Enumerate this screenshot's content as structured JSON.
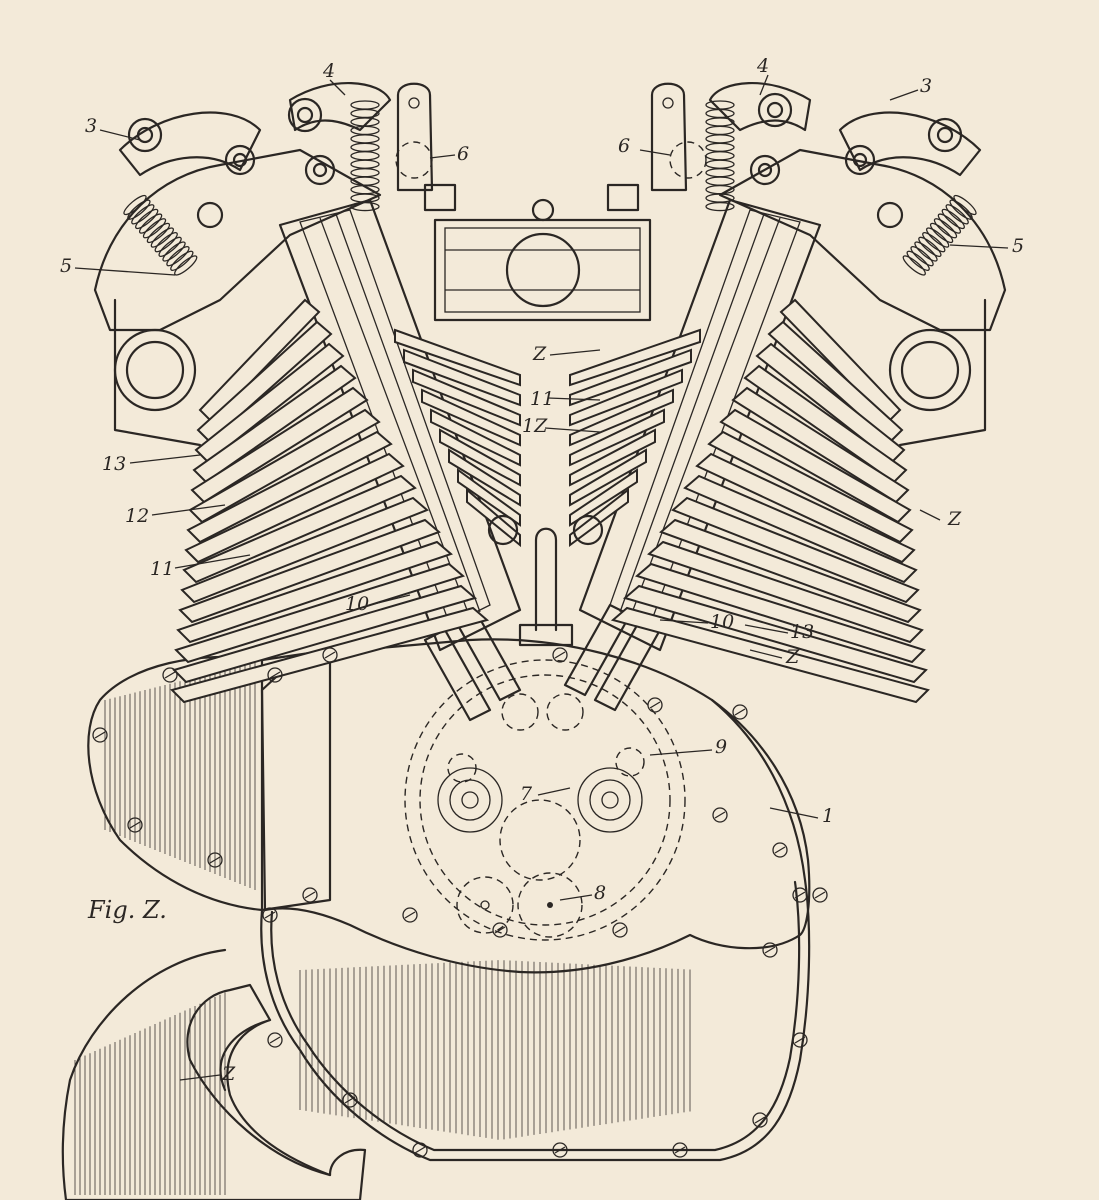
{
  "drawing": {
    "labels": [
      {
        "text": "3"
      },
      {
        "text": "4"
      },
      {
        "text": "6"
      },
      {
        "text": "5"
      },
      {
        "text": "13"
      },
      {
        "text": "12"
      },
      {
        "text": "11"
      },
      {
        "text": "10"
      },
      {
        "text": "4"
      },
      {
        "text": "3"
      },
      {
        "text": "6"
      },
      {
        "text": "5"
      },
      {
        "text": "Z"
      },
      {
        "text": "11"
      },
      {
        "text": "1Z"
      },
      {
        "text": "Z"
      },
      {
        "text": "10"
      },
      {
        "text": "13"
      },
      {
        "text": "Z"
      },
      {
        "text": "9"
      },
      {
        "text": "7"
      },
      {
        "text": "1"
      },
      {
        "text": "8"
      },
      {
        "text": "Z"
      }
    ],
    "figure_caption": "Fig. Z."
  },
  "colors": {
    "paper": "#f3ead9",
    "ink": "#2b2724"
  }
}
